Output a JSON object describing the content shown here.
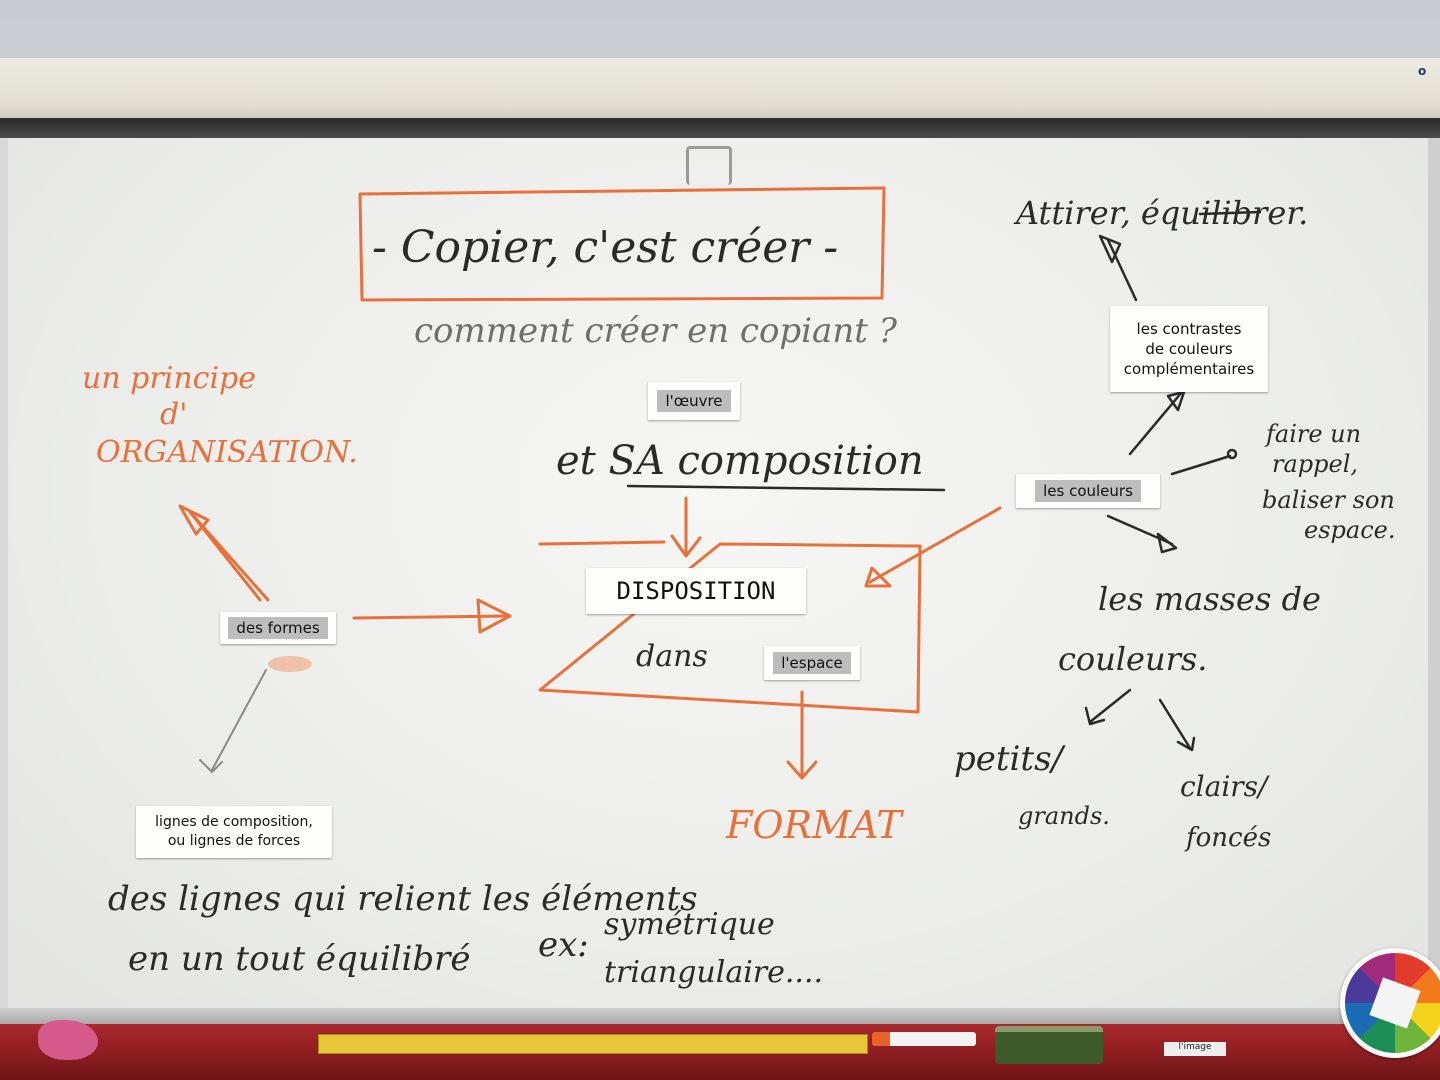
{
  "labels": {
    "oeuvre": "l'œuvre",
    "contrastes": [
      "les contrastes",
      "de couleurs",
      "complémentaires"
    ],
    "couleurs": "les couleurs",
    "formes": "des formes",
    "espace": "l'espace",
    "disposition": "DISPOSITION",
    "lignes": [
      "lignes de composition,",
      "ou lignes de forces"
    ]
  },
  "handwriting": {
    "title": "- Copier, c'est créer -",
    "question": "comment créer en copiant ?",
    "principe": "un principe",
    "d": "d'",
    "organisation": "ORGANISATION.",
    "composition": "et SA composition",
    "attirer": "Attirer, équilibrer.",
    "rappel": [
      "faire un",
      "rappel,",
      "baliser son",
      "espace."
    ],
    "masses": [
      "les masses de",
      "couleurs."
    ],
    "dans": "dans",
    "format": "FORMAT",
    "petits": "petits/",
    "grands": "grands.",
    "clairs": "clairs/",
    "fonces": "foncés",
    "lignes_relient": "des lignes qui relient les éléments",
    "tout_equilibre": "en un tout équilibré",
    "ex": "ex:",
    "symetrique": "symétrique",
    "triangulaire": "triangulaire...."
  },
  "tray": {
    "tag": "l'image"
  },
  "colors": {
    "orange": "#e8703a",
    "ink": "#2a2a2a",
    "grey": "#6e6e6e"
  }
}
